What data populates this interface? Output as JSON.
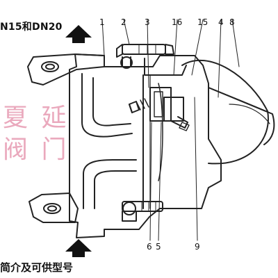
{
  "title": "N15和DN20",
  "subtitle": "简介及可供型号",
  "watermark": {
    "line1": "夏 延",
    "line2": "阀 门",
    "color": "#e8a0b6"
  },
  "callouts": {
    "top": [
      "1",
      "2",
      "3",
      "16",
      "15",
      "4",
      "8"
    ],
    "bottom": [
      "6",
      "5",
      "9"
    ]
  },
  "icons": {
    "flow_arrow_top": "up-arrow-icon",
    "flow_arrow_bottom": "up-arrow-icon"
  }
}
